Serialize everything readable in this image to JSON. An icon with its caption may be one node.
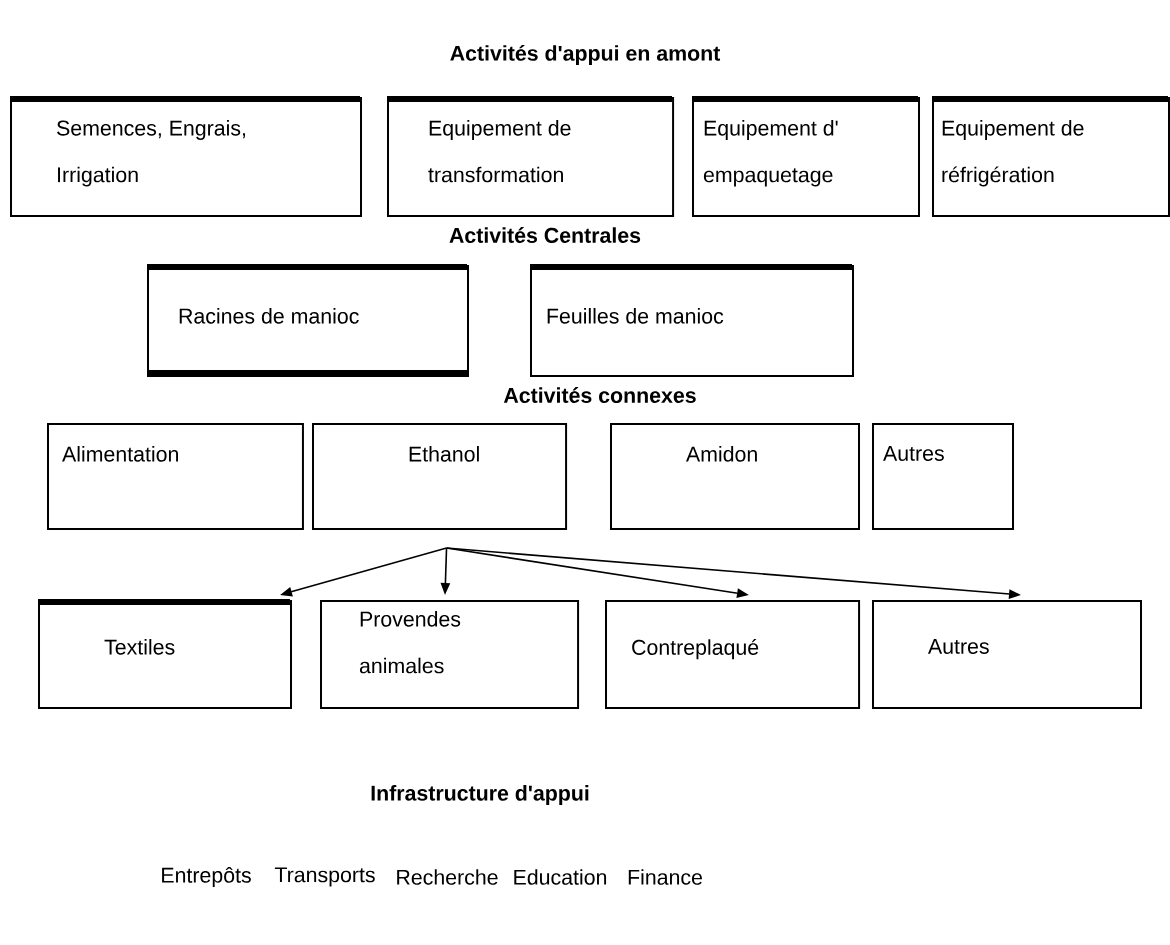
{
  "diagram": {
    "nodes": [
      {
        "text": [
          "Semences, Engrais, Irrigation"
        ]
      },
      {
        "text": [
          "Equipement de transformation"
        ]
      },
      {
        "text": [
          "Equipement d' empaquetage"
        ]
      },
      {
        "text": [
          "Equipement de réfrigération"
        ]
      },
      {
        "text": [
          "Racines de manioc"
        ]
      },
      {
        "text": [
          "Feuilles de manioc"
        ]
      },
      {
        "text": [
          "Alimentation"
        ]
      },
      {
        "text": [
          "Ethanol"
        ]
      },
      {
        "text": [
          "Amidon"
        ]
      },
      {
        "text": [
          "Autres"
        ]
      },
      {
        "text": [
          "Textiles"
        ]
      },
      {
        "text": [
          "Provendes animales"
        ]
      },
      {
        "text": [
          "Contreplaqué"
        ]
      },
      {
        "text": [
          "Autres"
        ]
      }
    ],
    "edges": [
      {
        "from": 7,
        "to": 10,
        "arrow": "to"
      },
      {
        "from": 7,
        "to": 11,
        "arrow": "to"
      },
      {
        "from": 7,
        "to": 12,
        "arrow": "to"
      },
      {
        "from": 7,
        "to": 13,
        "arrow": "to"
      }
    ],
    "labels": [
      "Activités d'appui en amont",
      "Activités Centrales",
      "Activités connexes",
      "Infrastructure d'appui",
      "Entrepôts",
      "Transports",
      "Recherche",
      "Education",
      "Finance"
    ]
  }
}
